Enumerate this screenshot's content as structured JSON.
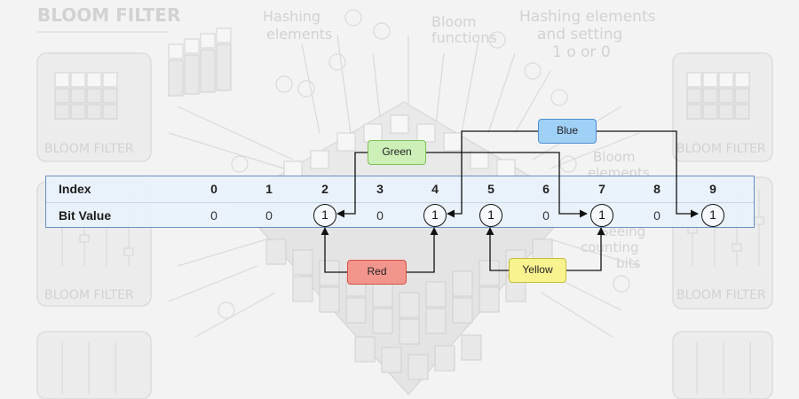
{
  "background": {
    "title": "BLOOM FILTER",
    "hash_label": [
      "Hashing",
      "elements"
    ],
    "bloom_functions": [
      "Bloom",
      "functions"
    ],
    "setting": [
      "Hashing elements",
      "and setting",
      "1 o or 0"
    ],
    "panel_label": "BLOOM FILTER",
    "bloom_elements": [
      "Bloom",
      "elements"
    ],
    "counting": [
      "Seeing",
      "counting",
      "bits"
    ]
  },
  "table": {
    "index_label": "Index",
    "bit_label": "Bit Value",
    "indices": [
      "0",
      "1",
      "2",
      "3",
      "4",
      "5",
      "6",
      "7",
      "8",
      "9"
    ],
    "bits": [
      "0",
      "0",
      "1",
      "0",
      "1",
      "1",
      "0",
      "1",
      "0",
      "1"
    ]
  },
  "labels": {
    "green": "Green",
    "blue": "Blue",
    "red": "Red",
    "yellow": "Yellow"
  },
  "colors": {
    "green": "#cdf0b8",
    "green_border": "#7cc155",
    "blue": "#9fd0f6",
    "blue_border": "#4d8fd1",
    "red": "#f2968d",
    "red_border": "#d65146",
    "yellow": "#f8f38f",
    "yellow_border": "#c8bd3a"
  }
}
